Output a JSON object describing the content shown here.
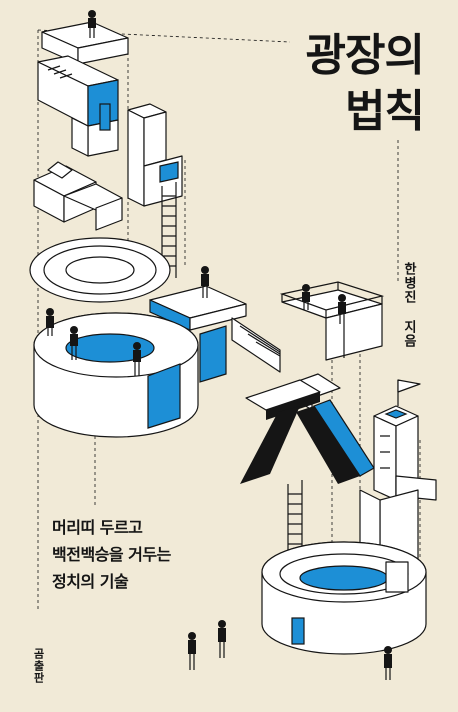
{
  "cover": {
    "title_lines": [
      "광장의",
      "법칙"
    ],
    "author": "한병진 지음",
    "tagline": [
      "머리띠 두르고",
      "백전백승을 거두는",
      "정치의 기술"
    ],
    "publisher": "곰출판"
  },
  "colors": {
    "background": "#f1ead7",
    "accent": "#1d8fd6",
    "ink": "#151515"
  }
}
